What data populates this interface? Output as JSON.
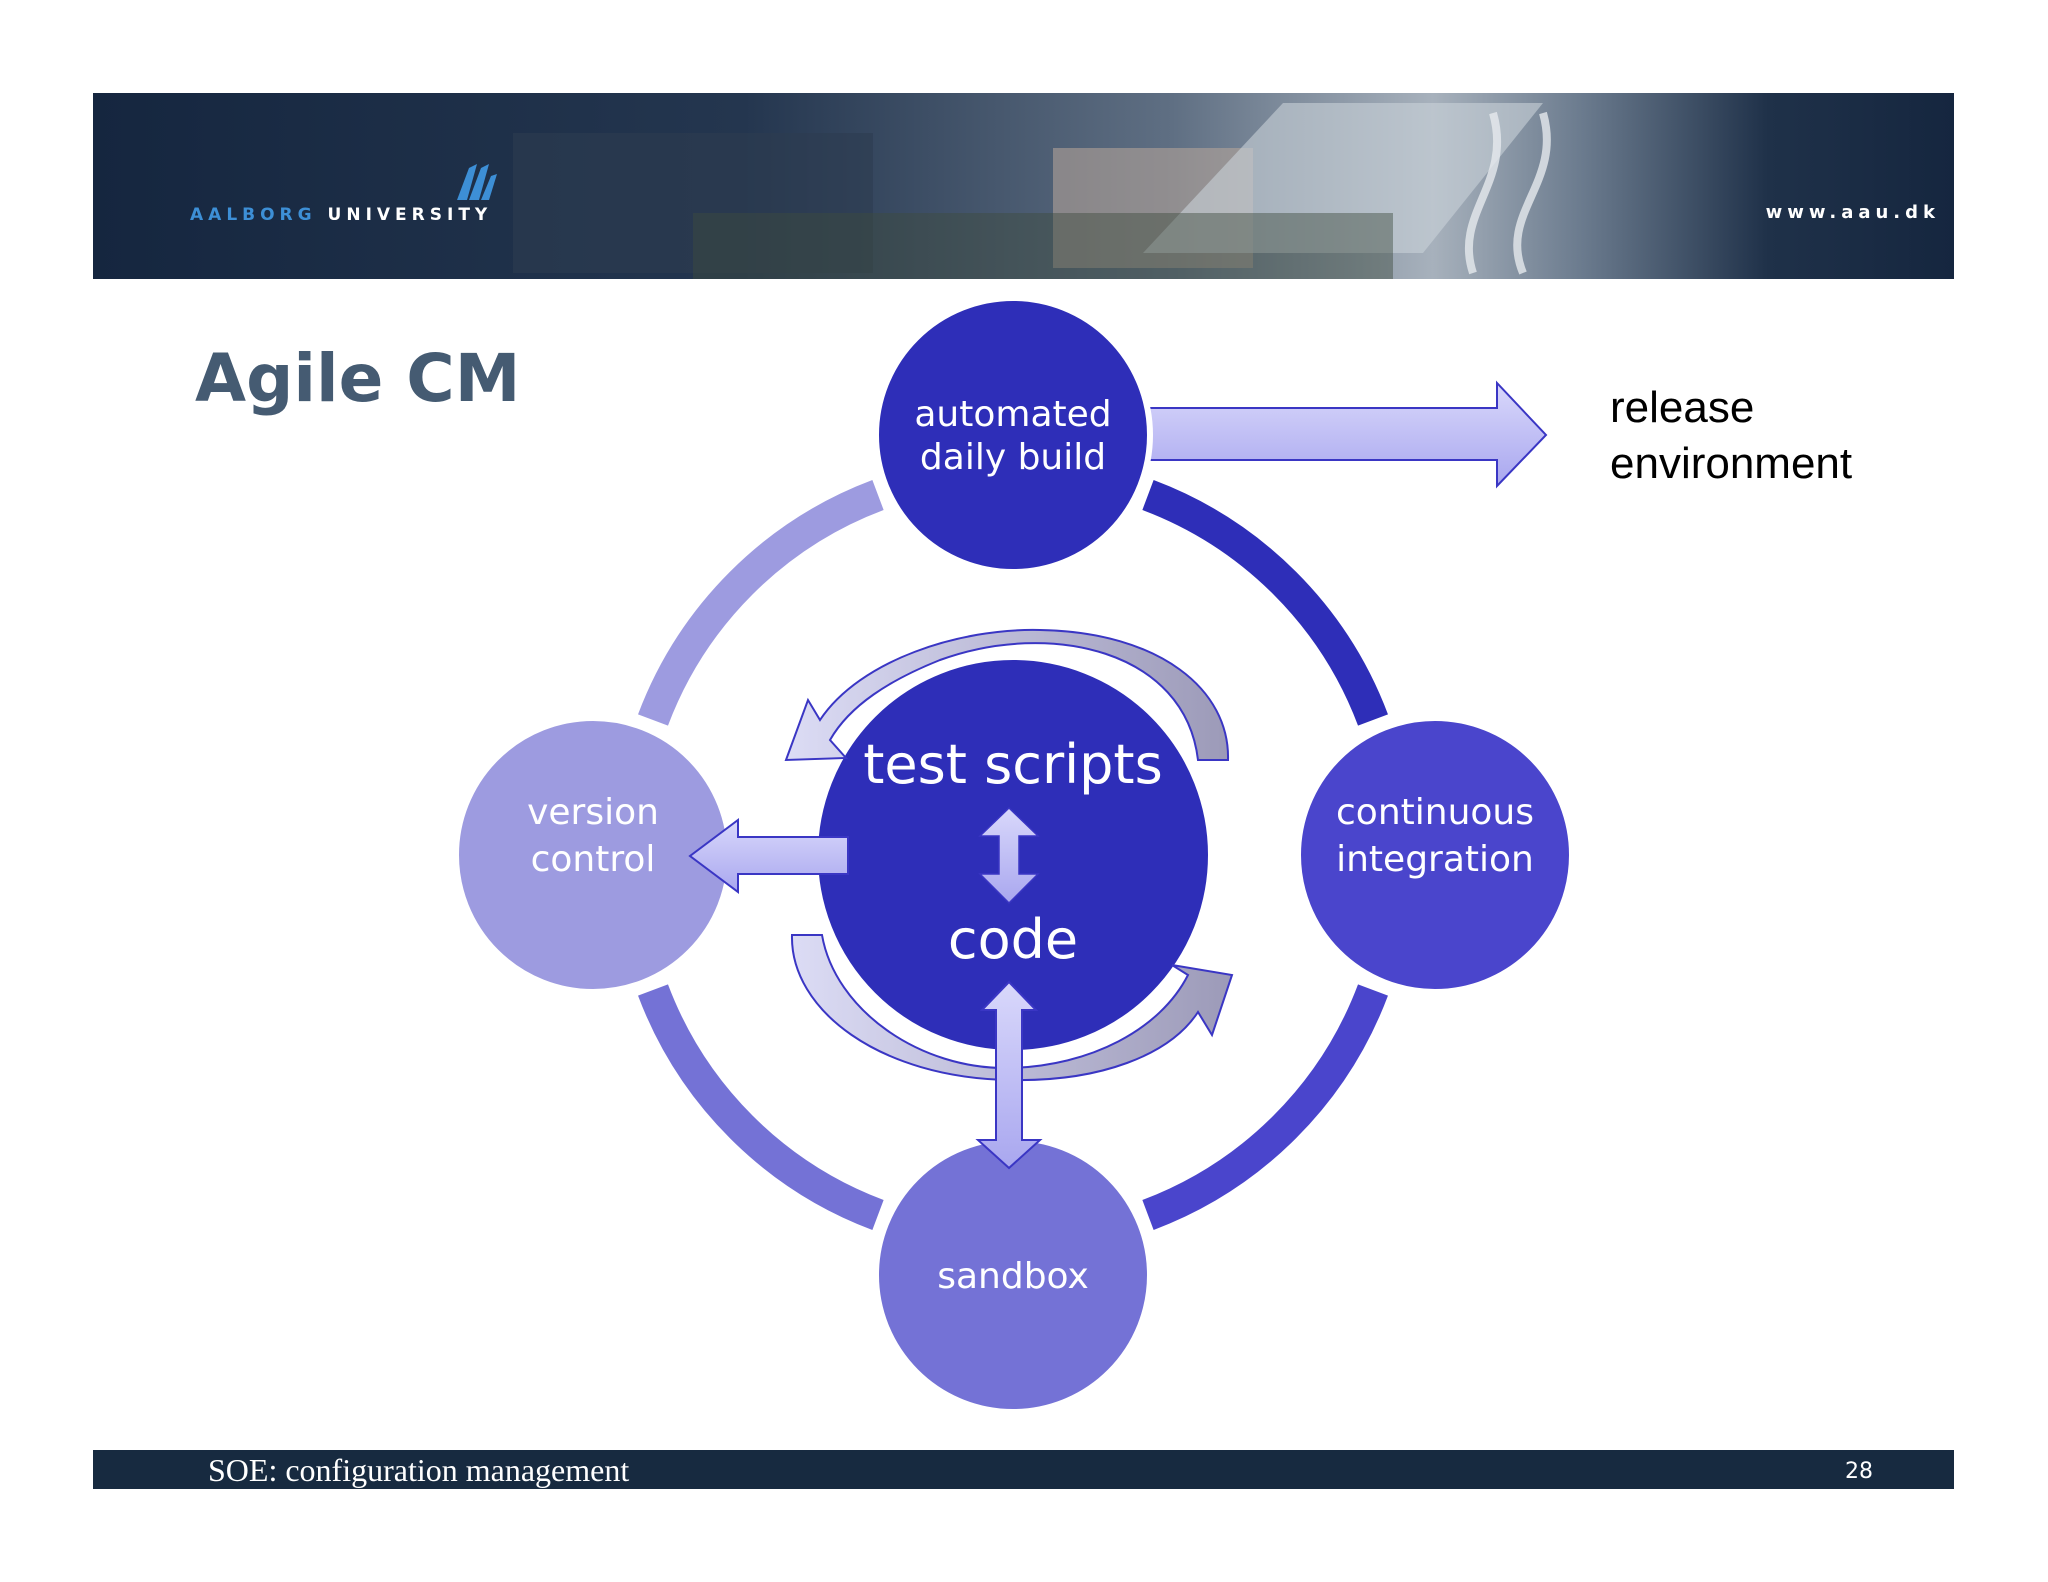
{
  "header": {
    "university_name_part1": "AALBORG",
    "university_name_part2": "UNIVERSITY",
    "url": "www.aau.dk"
  },
  "title": "Agile CM",
  "release_label_line1": "release",
  "release_label_line2": "environment",
  "nodes": {
    "top_line1": "automated",
    "top_line2": "daily build",
    "left_line1": "version",
    "left_line2": "control",
    "right_line1": "continuous",
    "right_line2": "integration",
    "bottom": "sandbox",
    "center_top": "test scripts",
    "center_bottom": "code"
  },
  "colors": {
    "dark_node": "#2e2eb8",
    "right_node": "#4a45cc",
    "left_node": "#9d9be0",
    "bottom_node": "#7472d6",
    "arrow_fill": "#c5c3f3",
    "title": "#455b72",
    "band": "#172a40"
  },
  "footer": {
    "text": "SOE: configuration management",
    "page_number": "28"
  }
}
